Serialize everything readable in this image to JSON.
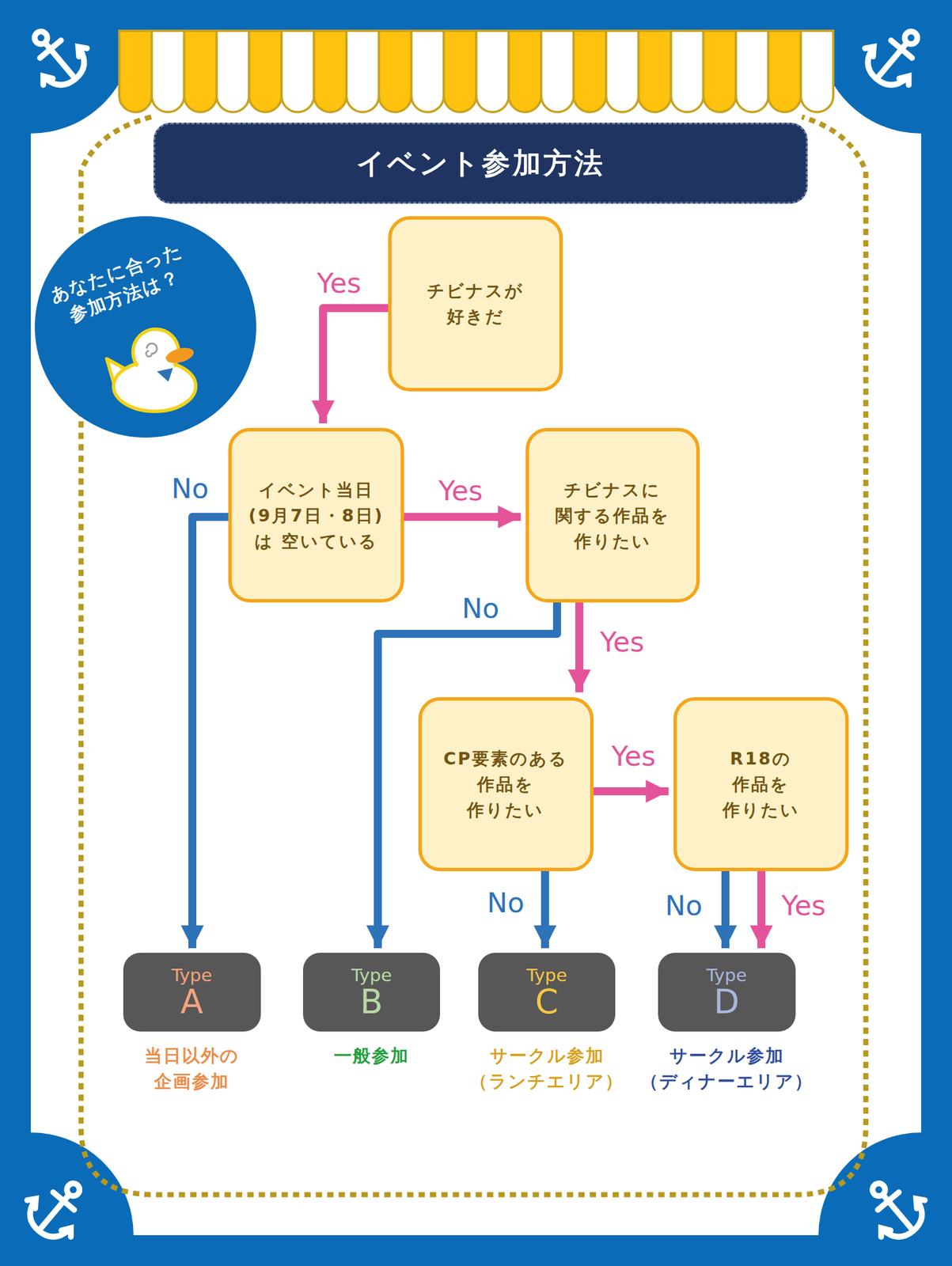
{
  "diagram": {
    "title": "イベント参加方法",
    "nodes": [
      {
        "text": [
          "あなたに合った 参加方法は？"
        ]
      },
      {
        "text": [
          "チビナスが 好きだ"
        ]
      },
      {
        "text": [
          "イベント当日 (9月7日・8日) は 空いている"
        ]
      },
      {
        "text": [
          "チビナスに 関する作品を 作りたい"
        ]
      },
      {
        "text": [
          "CP要素のある 作品を 作りたい"
        ]
      },
      {
        "text": [
          "R18の 作品を 作りたい"
        ]
      },
      {
        "text": [
          "Type",
          "A",
          "当日以外の 企画参加"
        ]
      },
      {
        "text": [
          "Type",
          "B",
          "一般参加"
        ]
      },
      {
        "text": [
          "Type",
          "C",
          "サークル参加 （ランチエリア）"
        ]
      },
      {
        "text": [
          "Type",
          "D",
          "サークル参加 （ディナーエリア）"
        ]
      }
    ],
    "edges": [
      {
        "from": 1,
        "to": 2,
        "arrow": "to",
        "label": "Yes"
      },
      {
        "from": 2,
        "to": 6,
        "arrow": "to",
        "label": "No"
      },
      {
        "from": 2,
        "to": 3,
        "arrow": "to",
        "label": "Yes"
      },
      {
        "from": 3,
        "to": 7,
        "arrow": "to",
        "label": "No"
      },
      {
        "from": 3,
        "to": 4,
        "arrow": "to",
        "label": "Yes"
      },
      {
        "from": 4,
        "to": 8,
        "arrow": "to",
        "label": "No"
      },
      {
        "from": 4,
        "to": 5,
        "arrow": "to",
        "label": "Yes"
      },
      {
        "from": 5,
        "to": 9,
        "arrow": "to",
        "label": "No"
      },
      {
        "from": 5,
        "to": 9,
        "arrow": "to",
        "label": "Yes"
      }
    ]
  }
}
